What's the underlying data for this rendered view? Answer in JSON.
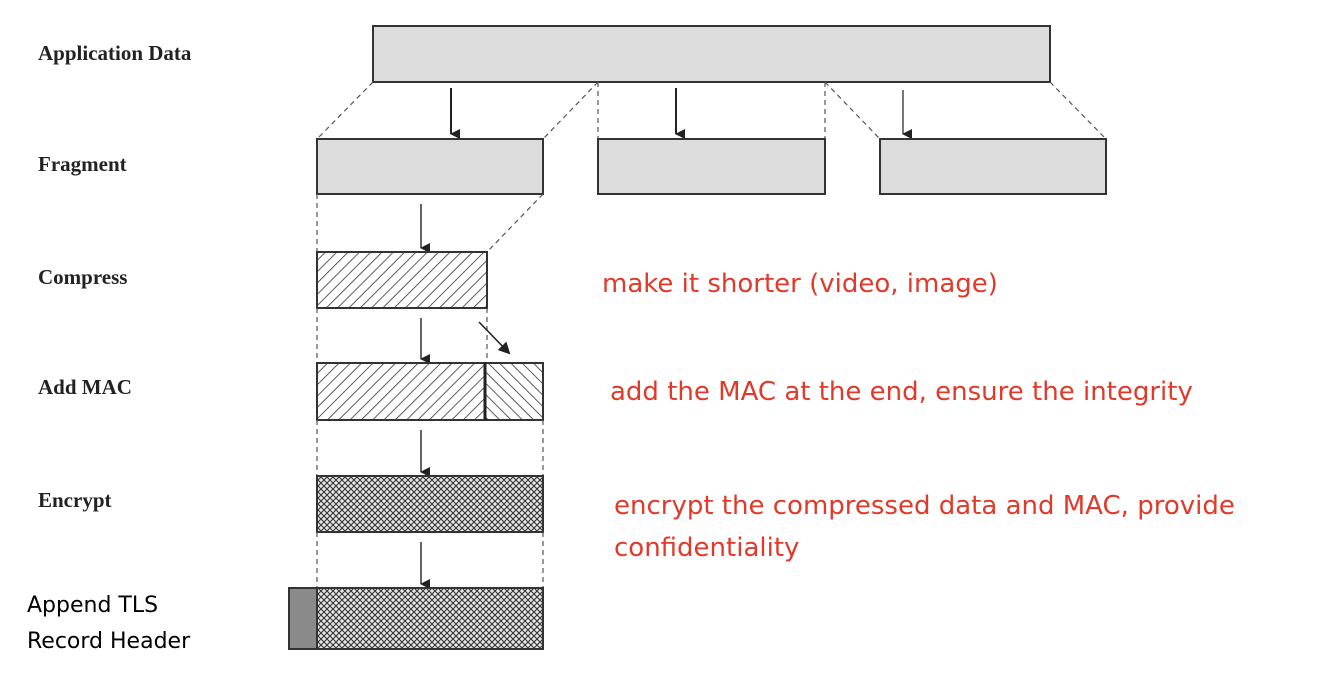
{
  "stages": {
    "application_data": "Application Data",
    "fragment": "Fragment",
    "compress": "Compress",
    "add_mac": "Add MAC",
    "encrypt": "Encrypt",
    "append_header_line1": "Append TLS",
    "append_header_line2": "Record Header"
  },
  "notes": {
    "compress": "make it shorter (video, image)",
    "add_mac": "add the MAC at the end, ensure the integrity",
    "encrypt_line1": "encrypt the compressed data and MAC, provide",
    "encrypt_line2": "confidentiality"
  },
  "colors": {
    "block_fill": "#dcdcdc",
    "stroke": "#333333",
    "note_text": "#e03a2b",
    "header_block": "#8a8a8a"
  }
}
